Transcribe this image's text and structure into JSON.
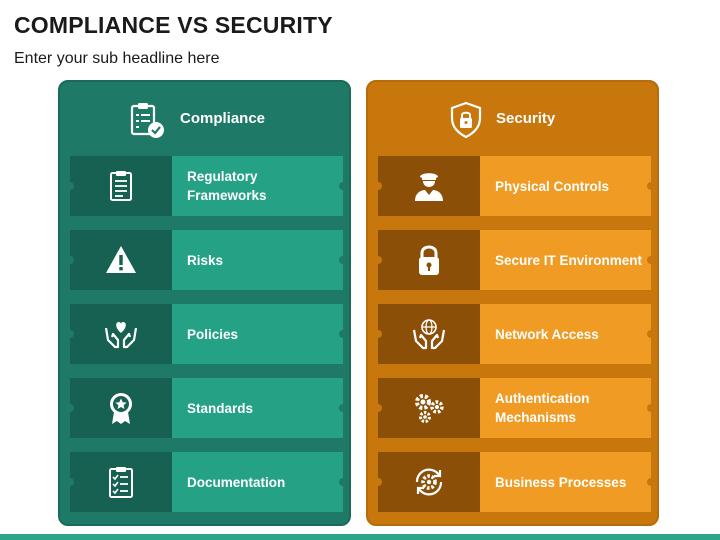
{
  "header": {
    "title": "COMPLIANCE VS SECURITY",
    "subtitle": "Enter your sub headline here"
  },
  "colors": {
    "compliance_panel": "#1e7a67",
    "compliance_icon_box": "#176152",
    "compliance_label_box": "#25a286",
    "security_panel": "#c8770d",
    "security_icon_box": "#8c4f07",
    "security_label_box": "#f09b23",
    "footer": "#2aa58a"
  },
  "compliance": {
    "title": "Compliance",
    "icon": "clipboard-check-icon",
    "items": [
      {
        "label": "Regulatory Frameworks",
        "icon": "document-icon"
      },
      {
        "label": "Risks",
        "icon": "warning-icon"
      },
      {
        "label": "Policies",
        "icon": "heart-hands-icon"
      },
      {
        "label": "Standards",
        "icon": "award-badge-icon"
      },
      {
        "label": "Documentation",
        "icon": "checklist-icon"
      }
    ]
  },
  "security": {
    "title": "Security",
    "icon": "shield-lock-icon",
    "items": [
      {
        "label": "Physical Controls",
        "icon": "security-guard-icon"
      },
      {
        "label": "Secure IT Environment",
        "icon": "padlock-icon"
      },
      {
        "label": "Network Access",
        "icon": "globe-hands-icon"
      },
      {
        "label": "Authentication Mechanisms",
        "icon": "gears-icon"
      },
      {
        "label": "Business Processes",
        "icon": "gear-cycle-icon"
      }
    ]
  }
}
